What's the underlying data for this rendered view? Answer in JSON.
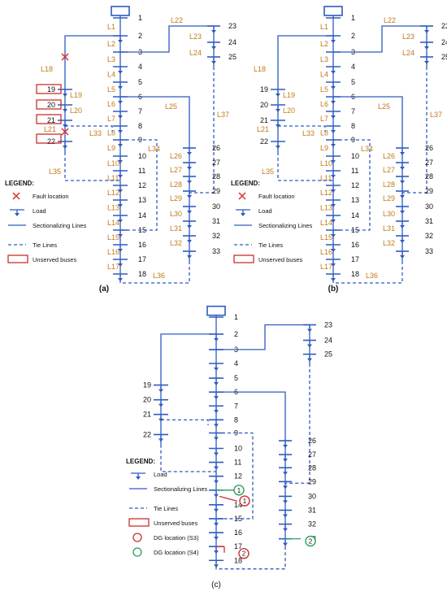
{
  "colors": {
    "line": "#2e5bbf",
    "label": "#c07a1a",
    "fault": "#d9302c",
    "unserved": "#c9302c",
    "dg_s3": "#c9302c",
    "dg_s4": "#2aa05a",
    "text": "#111111"
  },
  "panels": [
    {
      "id": "a",
      "caption": "(a)"
    },
    {
      "id": "b",
      "caption": "(b)"
    },
    {
      "id": "c",
      "caption": "(c)"
    }
  ],
  "buses": [
    "1",
    "2",
    "3",
    "4",
    "5",
    "6",
    "7",
    "8",
    "9",
    "10",
    "11",
    "12",
    "13",
    "14",
    "15",
    "16",
    "17",
    "18",
    "19",
    "20",
    "21",
    "22",
    "23",
    "24",
    "25",
    "26",
    "27",
    "28",
    "29",
    "30",
    "31",
    "32",
    "33"
  ],
  "lines": [
    "L1",
    "L2",
    "L3",
    "L4",
    "L5",
    "L6",
    "L7",
    "L8",
    "L9",
    "L10",
    "L11",
    "L12",
    "L13",
    "L14",
    "L15",
    "L16",
    "L17",
    "L18",
    "L19",
    "L20",
    "L21",
    "L22",
    "L23",
    "L24",
    "L25",
    "L26",
    "L27",
    "L28",
    "L29",
    "L30",
    "L31",
    "L32",
    "L33",
    "L34",
    "L35",
    "L36",
    "L37"
  ],
  "legend_ab": {
    "title": "LEGEND:",
    "items": [
      {
        "icon": "fault-x",
        "label": "Fault location"
      },
      {
        "icon": "load-arrow",
        "label": "Load"
      },
      {
        "icon": "solid-line",
        "label": "Sectionalizing Lines"
      },
      {
        "icon": "dashed-line",
        "label": "Tie Lines"
      },
      {
        "icon": "red-box",
        "label": "Unserved buses"
      }
    ]
  },
  "legend_c": {
    "title": "LEGEND:",
    "items": [
      {
        "icon": "load-arrow",
        "label": "Load"
      },
      {
        "icon": "solid-line",
        "label": "Sectionalizing Lines"
      },
      {
        "icon": "dashed-line",
        "label": "Tie Lines"
      },
      {
        "icon": "red-box",
        "label": "Unserved buses"
      },
      {
        "icon": "red-circle",
        "label": "DG location (S3)"
      },
      {
        "icon": "green-circle",
        "label": "DG location (S4)"
      }
    ]
  },
  "dg_markers": {
    "s3": "1",
    "s3b": "2",
    "s4": "1",
    "s4b": "2"
  }
}
